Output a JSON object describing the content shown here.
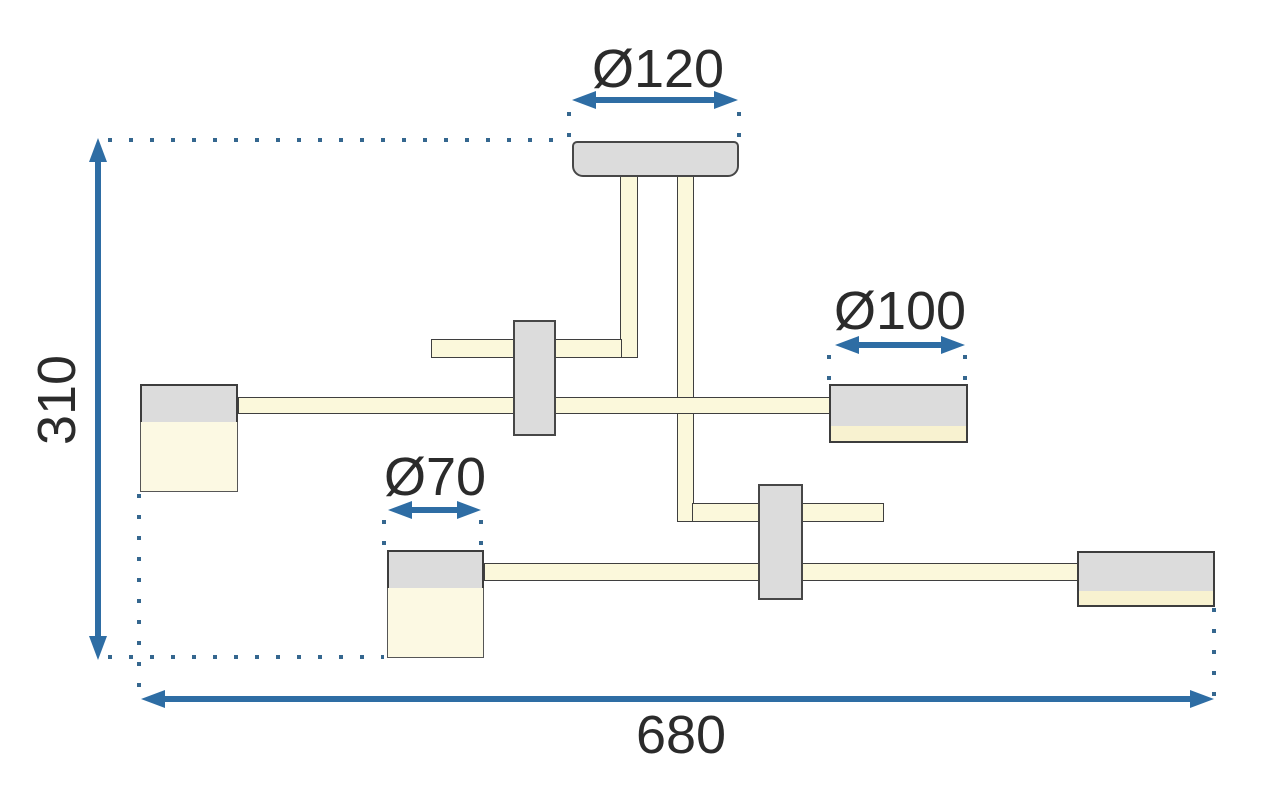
{
  "diagram": {
    "type": "ceiling-light-dimension-drawing",
    "dims": {
      "canopy": "Ø120",
      "shade_large": "Ø100",
      "shade_small": "Ø70",
      "height": "310",
      "width": "680"
    },
    "parts": [
      "ceiling-canopy",
      "down-rod-left",
      "down-rod-right",
      "upper-cross-arm",
      "lower-cross-arm",
      "upper-connector-block",
      "lower-connector-block",
      "shade-upper-left",
      "shade-upper-right",
      "shade-lower-left",
      "shade-lower-right"
    ],
    "colors": {
      "dimension_blue": "#2e6da4",
      "dot_blue": "#35678f",
      "part_gray": "#dcdcdc",
      "part_cream": "#fbf8db",
      "glow_cream": "#f8f2d0",
      "shade_cream": "#fcf9e3",
      "outline": "#474747",
      "text": "#2b2b2b",
      "background": "#ffffff"
    }
  }
}
